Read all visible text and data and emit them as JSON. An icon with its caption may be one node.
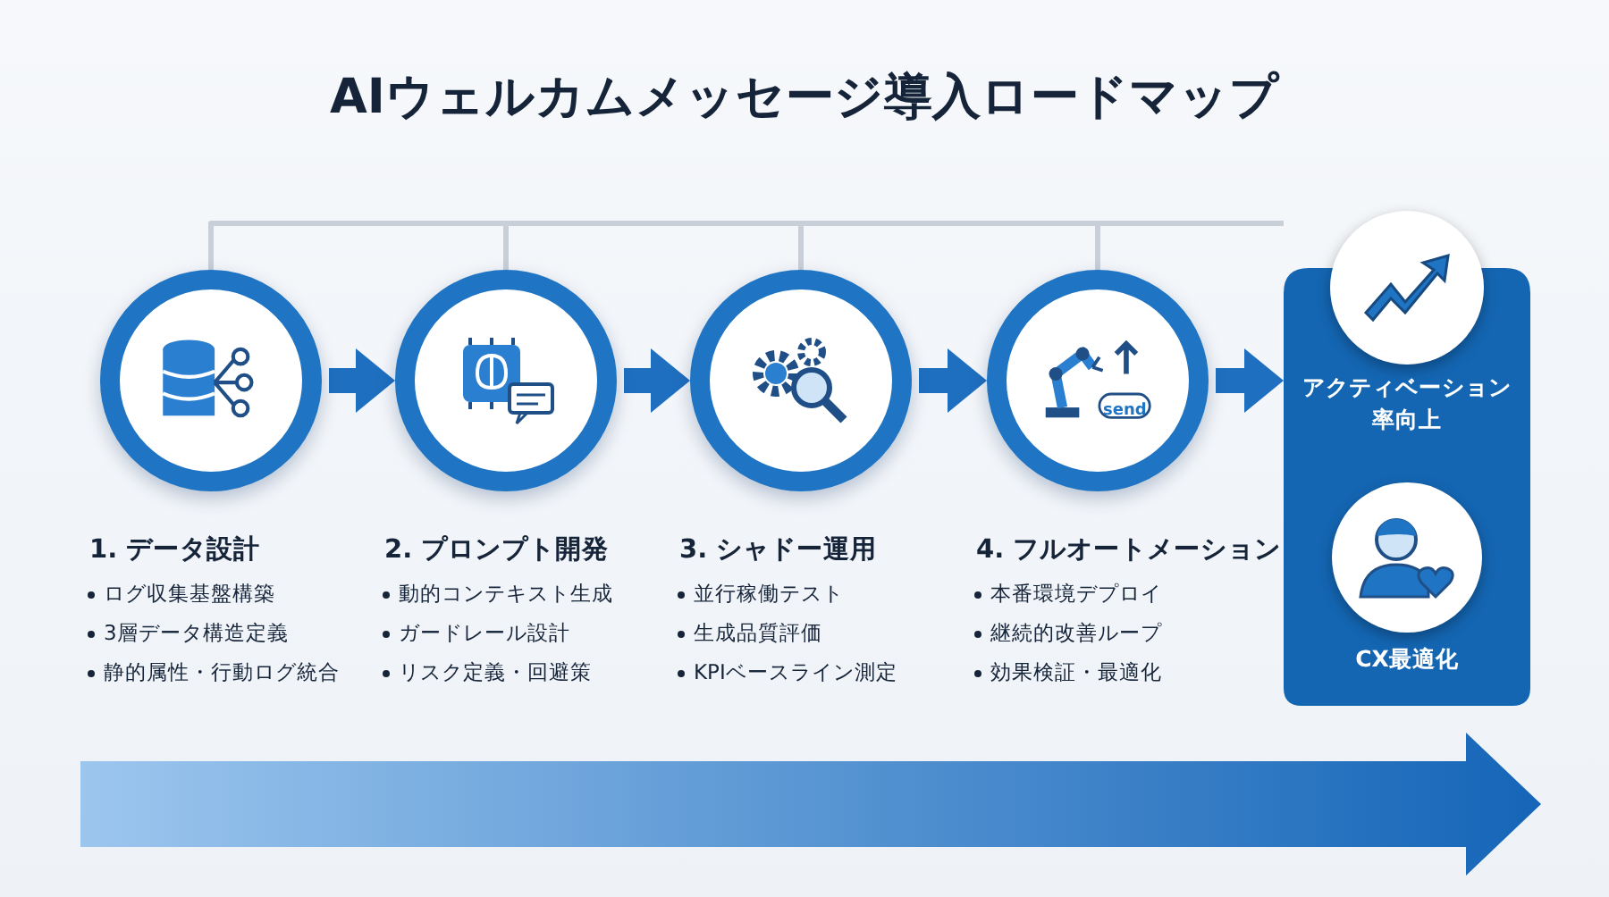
{
  "diagram": {
    "title": "AIウェルカムメッセージ導入ロードマップ",
    "nodes": [
      {
        "text": [],
        "shape": "picture",
        "beside": [
          "1. データ設計",
          "ログ収集基盤構築",
          "3層データ構造定義",
          "静的属性・行動ログ統合"
        ]
      },
      {
        "text": [],
        "shape": "picture",
        "beside": [
          "2. プロンプト開発",
          "動的コンテキスト生成",
          "ガードレール設計",
          "リスク定義・回避策"
        ]
      },
      {
        "text": [],
        "shape": "picture",
        "beside": [
          "3. シャドー運用",
          "並行稼働テスト",
          "生成品質評価",
          "KPIベースライン測定"
        ]
      },
      {
        "text": [],
        "shape": "picture",
        "beside": [
          "4. フルオートメーション",
          "本番環境デプロイ",
          "継続的改善ループ",
          "効果検証・最適化"
        ]
      },
      {
        "text": [
          "アクティベーション率向上",
          "CX最適化"
        ]
      }
    ],
    "edges": [
      {
        "from": 0,
        "to": 1,
        "arrow": "to",
        "style": "thick"
      },
      {
        "from": 1,
        "to": 2,
        "arrow": "to",
        "style": "thick"
      },
      {
        "from": 2,
        "to": 3,
        "arrow": "to",
        "style": "thick"
      },
      {
        "from": 3,
        "to": 4,
        "arrow": "to",
        "style": "thick"
      },
      {
        "from": 0,
        "to": 4,
        "arrow": "none",
        "color": "#c8cfd8"
      },
      {
        "from": 1,
        "to": 4,
        "arrow": "none",
        "color": "#c8cfd8"
      },
      {
        "from": 2,
        "to": 4,
        "arrow": "none",
        "color": "#c8cfd8"
      },
      {
        "from": 3,
        "to": 4,
        "arrow": "none",
        "color": "#c8cfd8"
      }
    ],
    "labels": [
      "send"
    ]
  }
}
